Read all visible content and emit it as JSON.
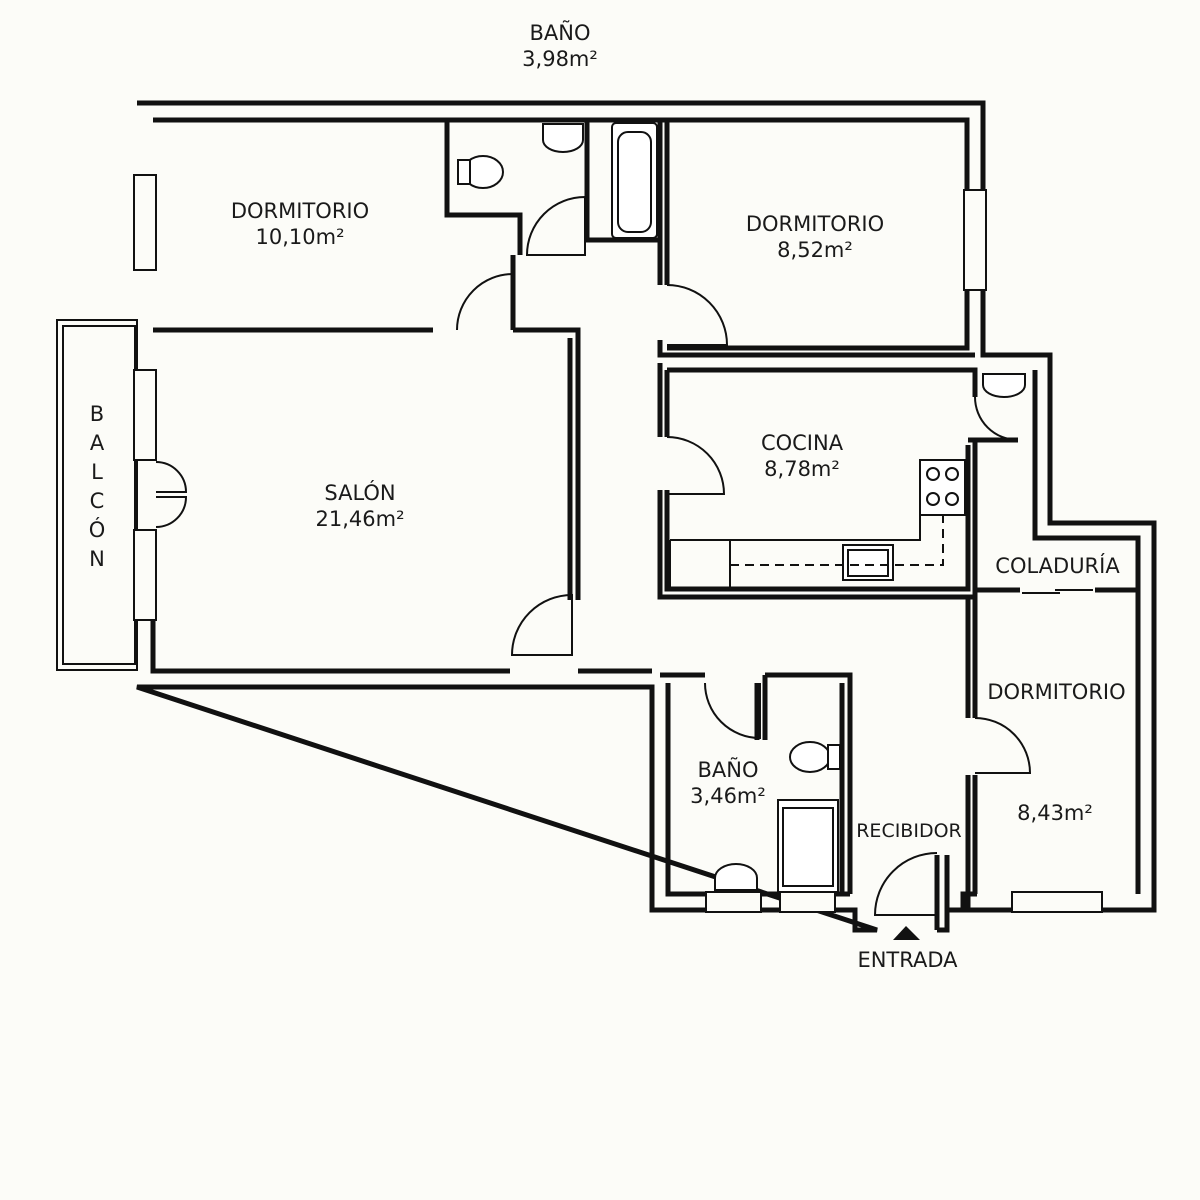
{
  "rooms": {
    "bano_top": {
      "name": "BAÑO",
      "area": "3,98m²"
    },
    "dormitorio_1": {
      "name": "DORMITORIO",
      "area": "10,10m²"
    },
    "dormitorio_2": {
      "name": "DORMITORIO",
      "area": "8,52m²"
    },
    "salon": {
      "name": "SALÓN",
      "area": "21,46m²"
    },
    "cocina": {
      "name": "COCINA",
      "area": "8,78m²"
    },
    "coladuria": {
      "name": "COLADURÍA"
    },
    "dormitorio_3": {
      "name": "DORMITORIO",
      "area": "8,43m²"
    },
    "bano_bottom": {
      "name": "BAÑO",
      "area": "3,46m²"
    },
    "recibidor": {
      "name": "RECIBIDOR"
    }
  },
  "balcon": {
    "letters": [
      "B",
      "A",
      "L",
      "C",
      "Ó",
      "N"
    ]
  },
  "entrance": {
    "label": "ENTRADA"
  }
}
